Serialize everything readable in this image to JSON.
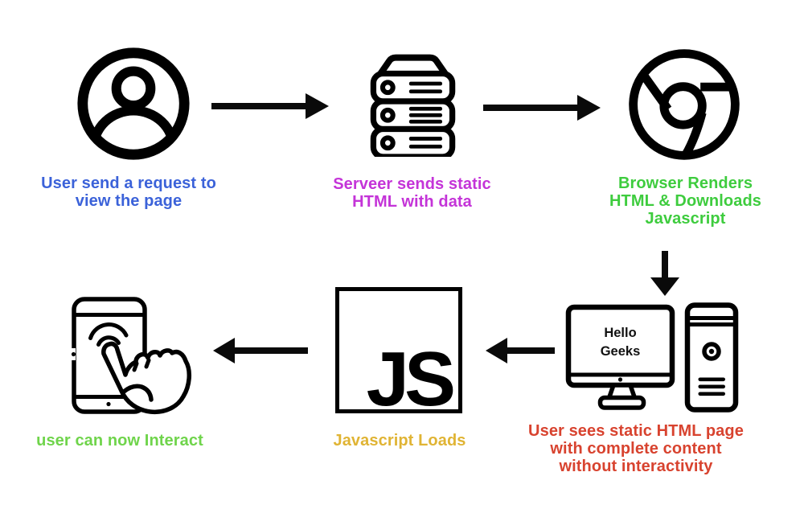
{
  "background": "#ffffff",
  "stroke_color": "#000000",
  "steps": [
    {
      "id": "user-request",
      "icon": "user-circle-icon",
      "color": "#3B62D9",
      "caption_lines": [
        "User send a request to",
        "view the page"
      ]
    },
    {
      "id": "server-static",
      "icon": "server-stack-icon",
      "color": "#C434D8",
      "caption_lines": [
        "Serveer sends static",
        "HTML with data"
      ]
    },
    {
      "id": "browser-renders",
      "icon": "chrome-browser-icon",
      "color": "#3ECC3E",
      "caption_lines": [
        "Browser Renders",
        "HTML & Downloads",
        "Javascript"
      ]
    },
    {
      "id": "static-html-page",
      "icon": "desktop-computer-icon",
      "color": "#D8432F",
      "caption_lines": [
        "User sees static HTML page",
        "with complete content",
        "without interactivity"
      ],
      "screen_lines": [
        "Hello",
        "Geeks"
      ]
    },
    {
      "id": "javascript-loads",
      "icon": "js-logo-icon",
      "color": "#E0B434",
      "caption_lines": [
        "Javascript Loads"
      ],
      "logo_text": "JS"
    },
    {
      "id": "user-interact",
      "icon": "phone-touch-icon",
      "color": "#6FD44B",
      "caption_lines": [
        "user can now Interact"
      ]
    }
  ],
  "arrows": [
    {
      "id": "user-to-server",
      "direction": "right"
    },
    {
      "id": "server-to-browser",
      "direction": "right"
    },
    {
      "id": "browser-to-page",
      "direction": "down"
    },
    {
      "id": "page-to-js",
      "direction": "left"
    },
    {
      "id": "js-to-phone",
      "direction": "left"
    }
  ]
}
